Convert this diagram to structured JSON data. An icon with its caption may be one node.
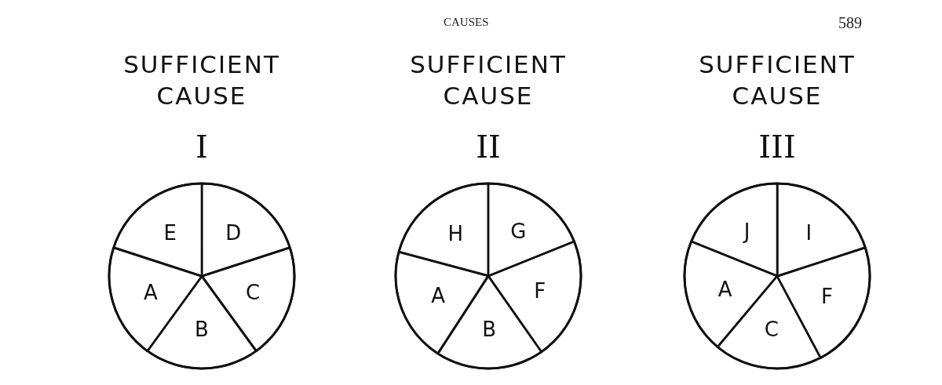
{
  "diagram": {
    "nodes": [
      {
        "text": [
          "SUFFICIENT CAUSE",
          "I"
        ]
      },
      {
        "text": [
          "E"
        ],
        "in": 0
      },
      {
        "text": [
          "D"
        ],
        "in": 0
      },
      {
        "text": [
          "A"
        ],
        "in": 0
      },
      {
        "text": [
          "C"
        ],
        "in": 0
      },
      {
        "text": [
          "B"
        ],
        "in": 0
      },
      {
        "text": [
          "SUFFICIENT CAUSE",
          "II"
        ]
      },
      {
        "text": [
          "H"
        ],
        "in": 6
      },
      {
        "text": [
          "G"
        ],
        "in": 6
      },
      {
        "text": [
          "A"
        ],
        "in": 6
      },
      {
        "text": [
          "F"
        ],
        "in": 6
      },
      {
        "text": [
          "B"
        ],
        "in": 6
      },
      {
        "text": [
          "SUFFICIENT CAUSE",
          "III"
        ]
      },
      {
        "text": [
          "J"
        ],
        "in": 12
      },
      {
        "text": [
          "I"
        ],
        "in": 12
      },
      {
        "text": [
          "A"
        ],
        "in": 12
      },
      {
        "text": [
          "F"
        ],
        "in": 12
      },
      {
        "text": [
          "C"
        ],
        "in": 12
      }
    ],
    "edges": [],
    "labels": [
      "CAUSES",
      "589"
    ]
  }
}
